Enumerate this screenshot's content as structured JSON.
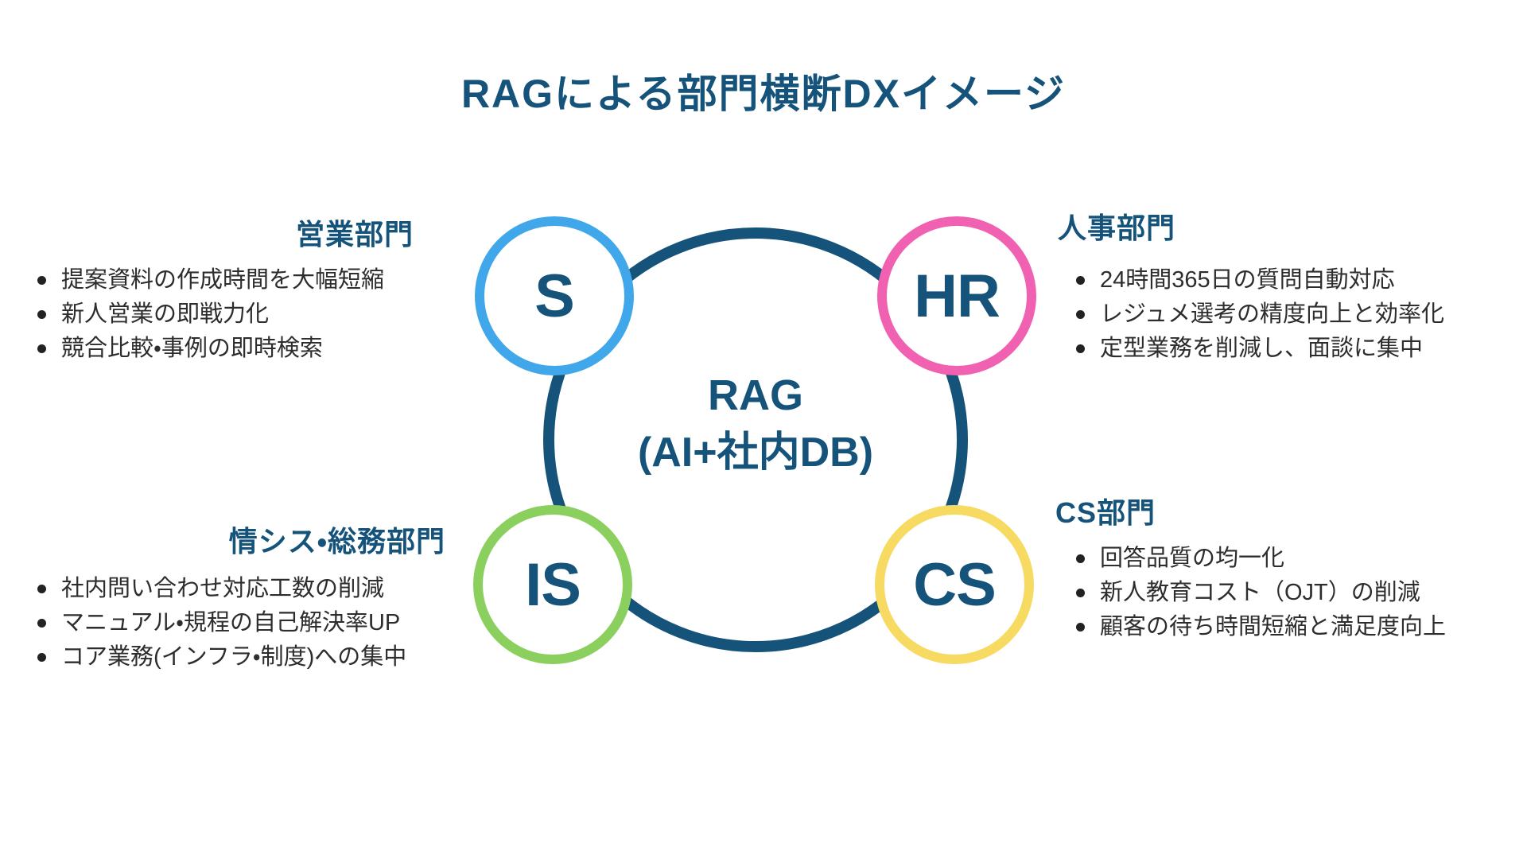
{
  "title": "RAGによる部門横断DXイメージ",
  "center": {
    "line1": "RAG",
    "line2": "(AI+社内DB)"
  },
  "colors": {
    "navy": "#15537B",
    "sales_blue": "#41A7EB",
    "hr_pink": "#F161B1",
    "is_green": "#8BD05E",
    "cs_yellow": "#F6DA62",
    "body_text": "#2D2D2D",
    "background": "#FFFFFF"
  },
  "departments": [
    {
      "id": "sales",
      "initial": "S",
      "name": "営業部門",
      "accent_color": "#41A7EB",
      "items": [
        "提案資料の作成時間を大幅短縮",
        "新人営業の即戦力化",
        "競合比較・事例の即時検索"
      ]
    },
    {
      "id": "hr",
      "initial": "HR",
      "name": "人事部門",
      "accent_color": "#F161B1",
      "items": [
        "24時間365日の質問自動対応",
        "レジュメ選考の精度向上と効率化",
        "定型業務を削減し、面談に集中"
      ]
    },
    {
      "id": "is",
      "initial": "IS",
      "name": "情シス・総務部門",
      "accent_color": "#8BD05E",
      "items": [
        "社内問い合わせ対応工数の削減",
        "マニュアル・規程の自己解決率UP",
        "コア業務(インフラ・制度)への集中"
      ]
    },
    {
      "id": "cs",
      "initial": "CS",
      "name": "CS部門",
      "accent_color": "#F6DA62",
      "items": [
        "回答品質の均一化",
        "新人教育コスト（OJT）の削減",
        "顧客の待ち時間短縮と満足度向上"
      ]
    }
  ]
}
